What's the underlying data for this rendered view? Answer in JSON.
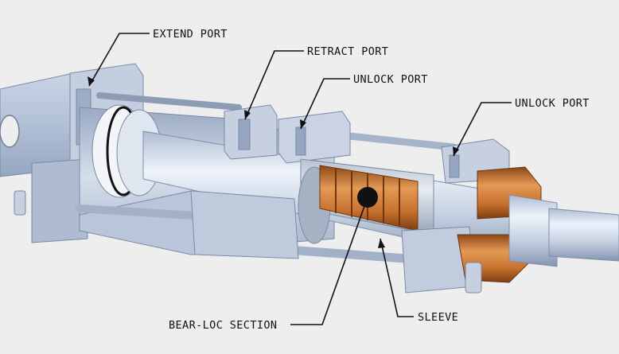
{
  "labels": {
    "extend_port": "EXTEND PORT",
    "retract_port": "RETRACT PORT",
    "unlock_port_1": "UNLOCK PORT",
    "unlock_port_2": "UNLOCK PORT",
    "bear_loc_section": "BEAR-LOC SECTION",
    "sleeve": "SLEEVE"
  },
  "colors": {
    "background": "#eeeeee",
    "steel_light": "#dfe7f2",
    "steel_mid": "#b5c3d8",
    "steel_dark": "#8798b3",
    "bronze": "#c8712e",
    "bronze_dark": "#8c4716",
    "leader_line": "#111111"
  }
}
